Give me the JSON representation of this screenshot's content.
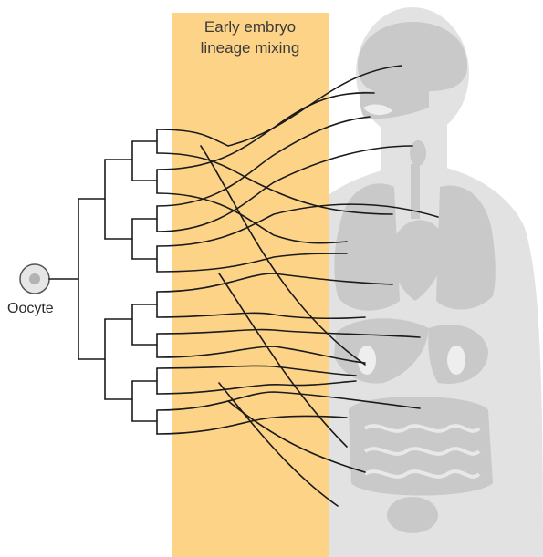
{
  "band": {
    "title_line1": "Early embryo",
    "title_line2": "lineage mixing",
    "color": "#fdd487"
  },
  "oocyte": {
    "label": "Oocyte",
    "icon": "cell-icon"
  },
  "colors": {
    "body_silhouette": "#e2e2e2",
    "organs": "#c9c9c9",
    "organ_highlight": "#eeeeee",
    "tree_lines": "#1a1a1a"
  }
}
